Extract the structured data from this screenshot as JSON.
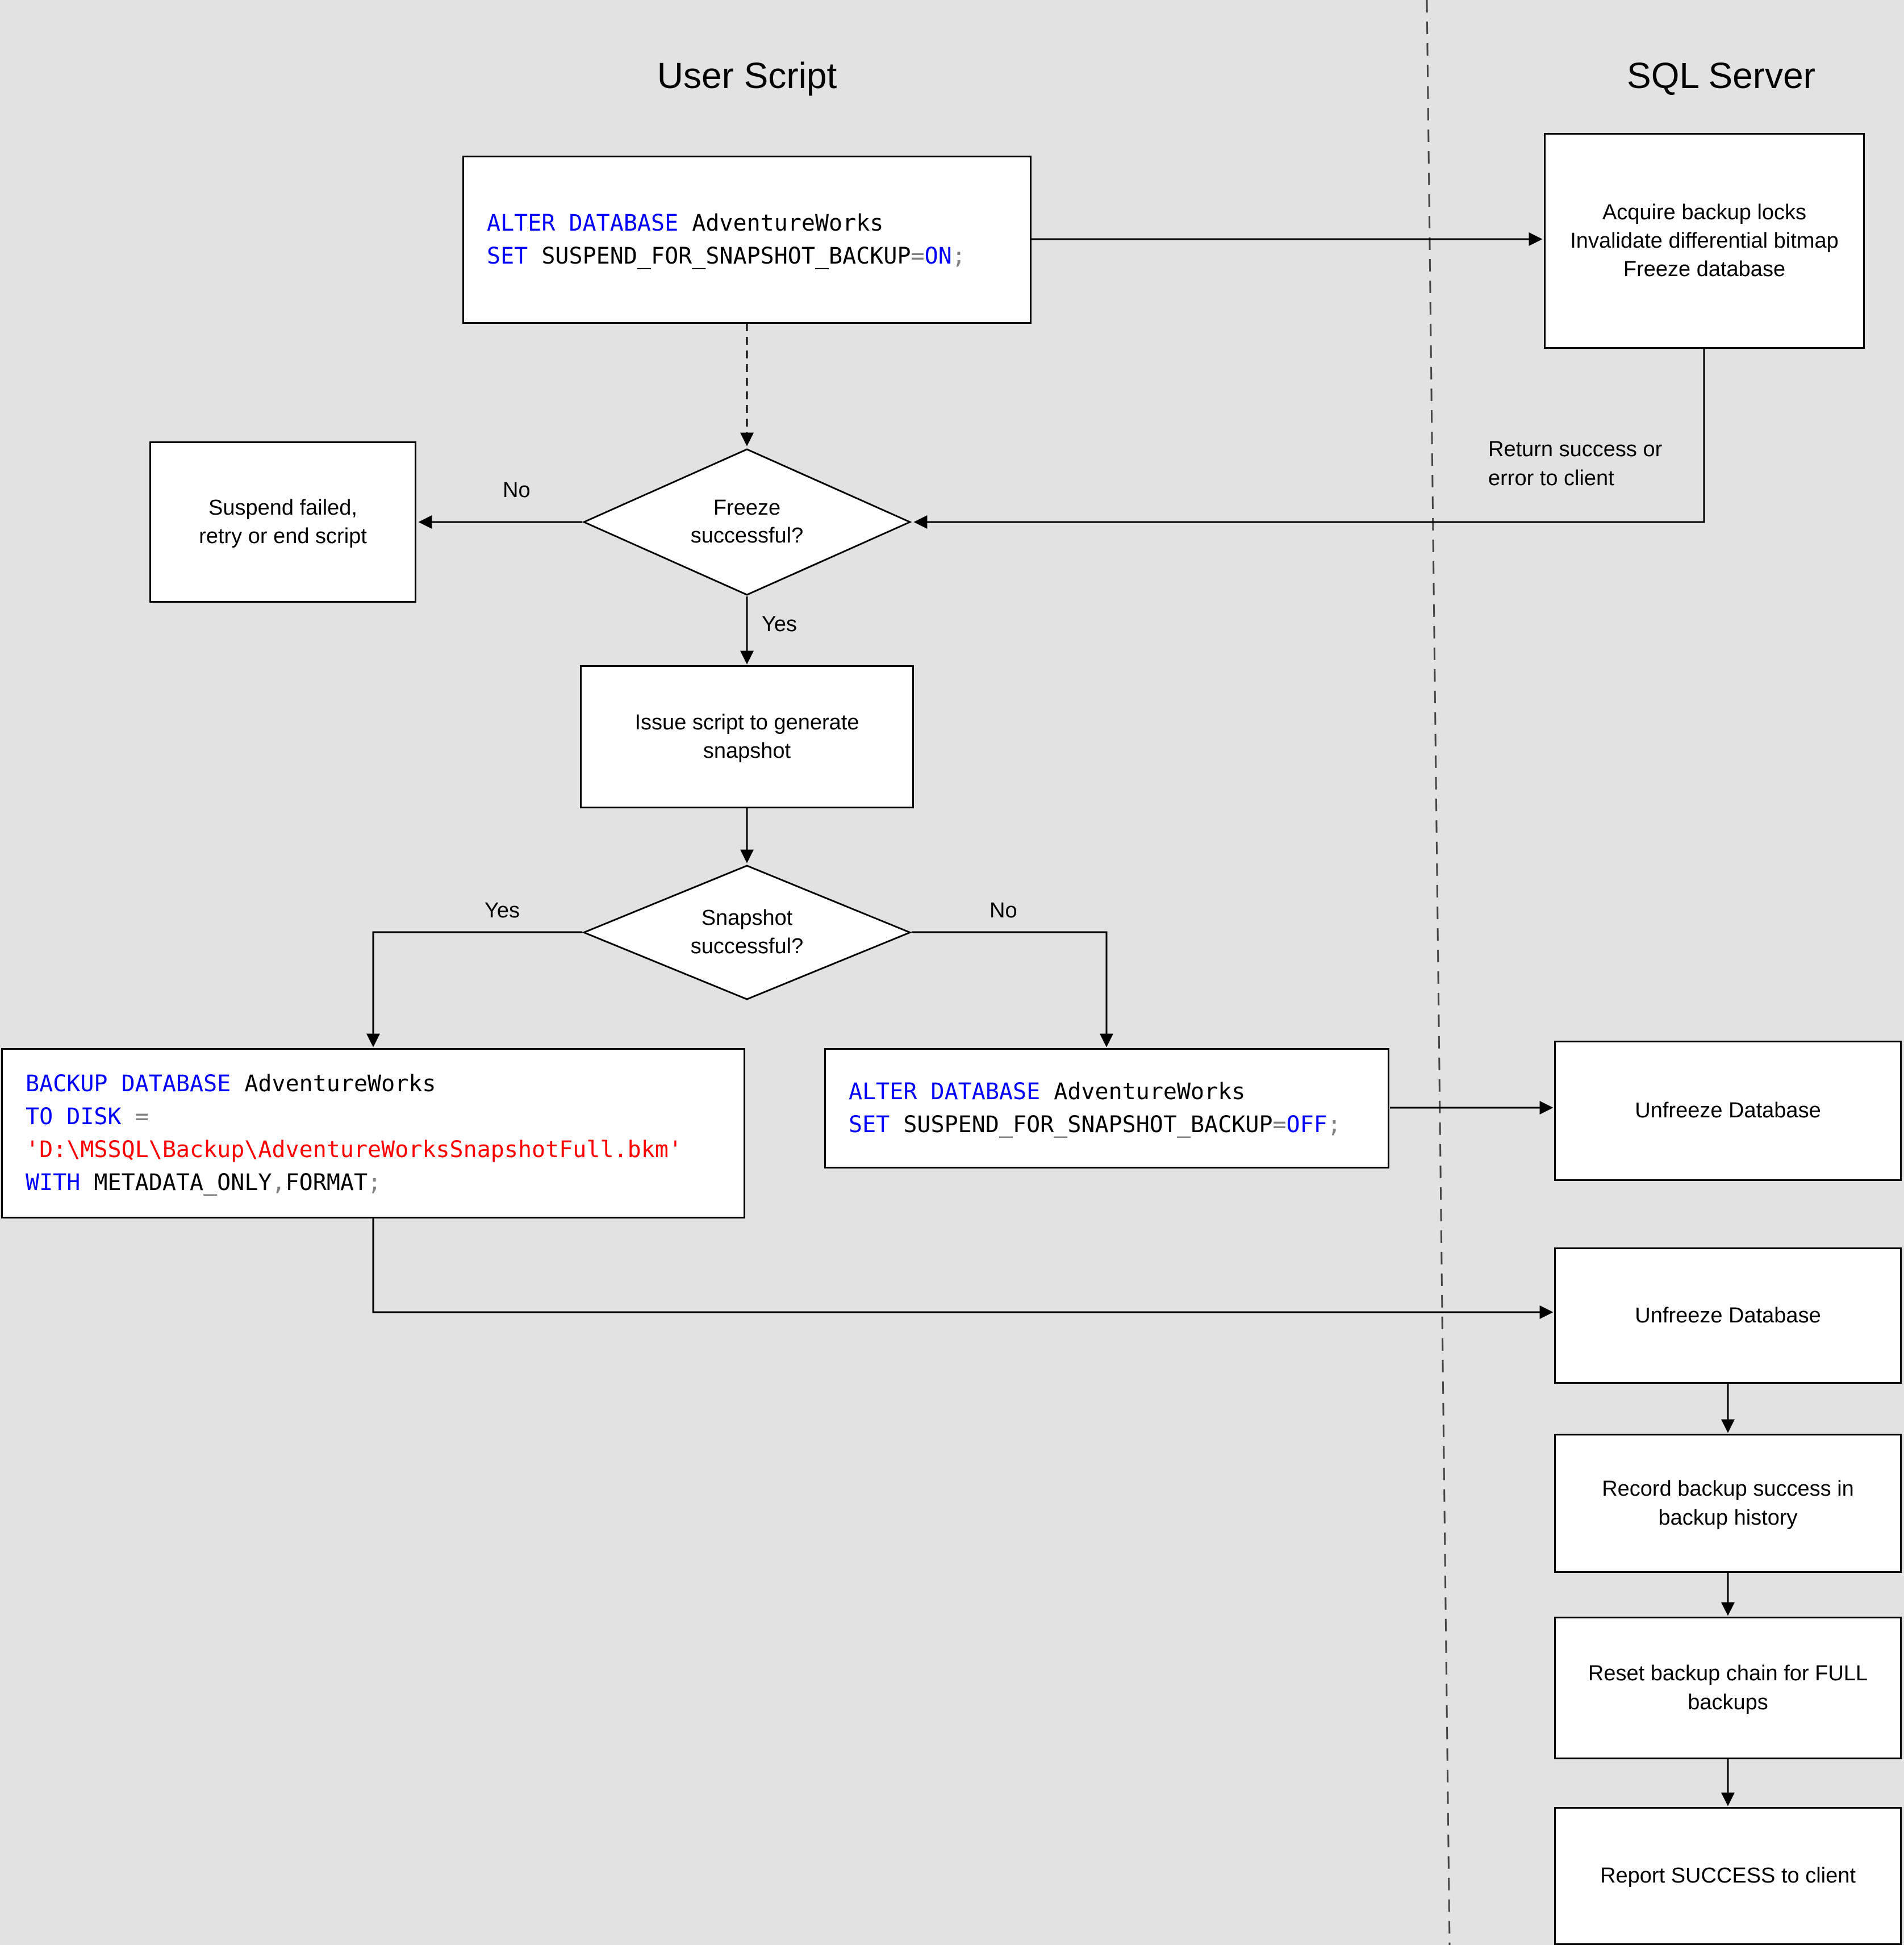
{
  "titles": {
    "user_script": "User Script",
    "sql_server": "SQL Server"
  },
  "labels": {
    "freeze_no": "No",
    "freeze_yes": "Yes",
    "snapshot_yes": "Yes",
    "snapshot_no": "No",
    "return_note": "Return success or\nerror to client"
  },
  "nodes": {
    "acquire": {
      "text": "Acquire backup locks\nInvalidate differential bitmap\nFreeze database"
    },
    "suspend_failed": {
      "text": "Suspend failed,\nretry or end script"
    },
    "freeze_decision": {
      "text": "Freeze\nsuccessful?"
    },
    "issue_script": {
      "text": "Issue script to generate snapshot"
    },
    "snapshot_decision": {
      "text": "Snapshot\nsuccessful?"
    },
    "unfreeze_1": {
      "text": "Unfreeze Database"
    },
    "unfreeze_2": {
      "text": "Unfreeze Database"
    },
    "record_history": {
      "text": "Record backup success in backup history"
    },
    "reset_chain": {
      "text": "Reset backup chain for FULL backups"
    },
    "report_success": {
      "text": "Report SUCCESS to client"
    }
  },
  "code": {
    "alter_on": [
      [
        {
          "t": "ALTER DATABASE",
          "c": "kw"
        },
        {
          "t": " AdventureWorks",
          "c": "id"
        }
      ],
      [
        {
          "t": "SET",
          "c": "kw"
        },
        {
          "t": " SUSPEND_FOR_SNAPSHOT_BACKUP",
          "c": "id"
        },
        {
          "t": "=",
          "c": "op"
        },
        {
          "t": "ON",
          "c": "kw"
        },
        {
          "t": ";",
          "c": "op"
        }
      ]
    ],
    "backup": [
      [
        {
          "t": "BACKUP DATABASE",
          "c": "kw"
        },
        {
          "t": " AdventureWorks",
          "c": "id"
        }
      ],
      [
        {
          "t": "TO DISK",
          "c": "kw"
        },
        {
          "t": " ",
          "c": "id"
        },
        {
          "t": "=",
          "c": "op"
        }
      ],
      [
        {
          "t": "'D:\\MSSQL\\Backup\\AdventureWorksSnapshotFull.bkm'",
          "c": "str"
        }
      ],
      [
        {
          "t": "WITH",
          "c": "kw"
        },
        {
          "t": " METADATA_ONLY",
          "c": "id"
        },
        {
          "t": ",",
          "c": "op"
        },
        {
          "t": "FORMAT",
          "c": "id"
        },
        {
          "t": ";",
          "c": "op"
        }
      ]
    ],
    "alter_off": [
      [
        {
          "t": "ALTER DATABASE",
          "c": "kw"
        },
        {
          "t": " AdventureWorks",
          "c": "id"
        }
      ],
      [
        {
          "t": "SET",
          "c": "kw"
        },
        {
          "t": " SUSPEND_FOR_SNAPSHOT_BACKUP",
          "c": "id"
        },
        {
          "t": "=",
          "c": "op"
        },
        {
          "t": "OFF",
          "c": "kw"
        },
        {
          "t": ";",
          "c": "op"
        }
      ]
    ]
  },
  "colors": {
    "background": "#e2e2e2",
    "node_fill": "#ffffff",
    "node_border": "#000000",
    "keyword": "#0000ff",
    "identifier": "#000000",
    "operator": "#808080",
    "string": "#ff0000"
  }
}
